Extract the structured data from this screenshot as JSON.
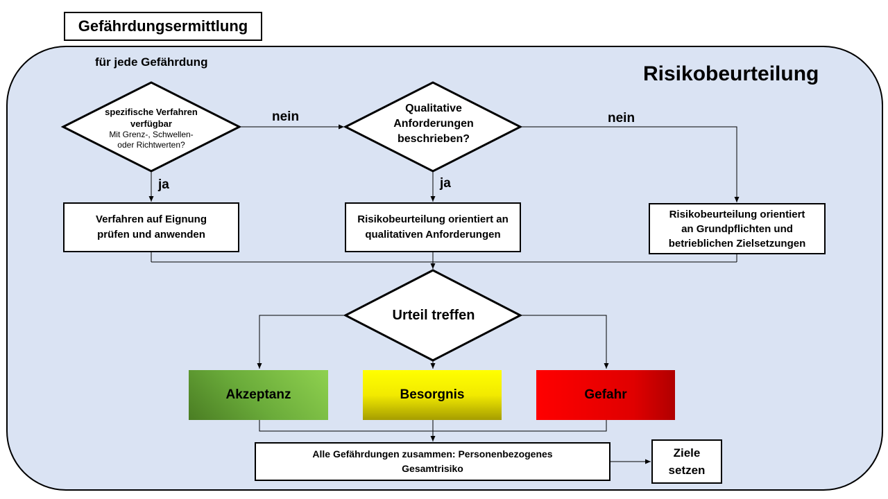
{
  "header": {
    "title": "Gefährdungsermittlung"
  },
  "region": {
    "title": "Risikobeurteilung",
    "loop_label": "für jede Gefährdung"
  },
  "decision1": {
    "line1": "spezifische Verfahren",
    "line2": "verfügbar",
    "line3": "Mit Grenz-, Schwellen-",
    "line4": "oder Richtwerten?"
  },
  "decision2": {
    "line1": "Qualitative",
    "line2": "Anforderungen",
    "line3": "beschrieben?"
  },
  "decision3": {
    "text": "Urteil treffen"
  },
  "edges": {
    "no1": "nein",
    "no2": "nein",
    "yes1": "ja",
    "yes2": "ja"
  },
  "process1": {
    "line1": "Verfahren auf Eignung",
    "line2": "prüfen und anwenden"
  },
  "process2": {
    "line1": "Risikobeurteilung orientiert an",
    "line2": "qualitativen Anforderungen"
  },
  "process3": {
    "line1": "Risikobeurteilung orientiert",
    "line2": "an Grundpflichten und",
    "line3": "betrieblichen Zielsetzungen"
  },
  "outcomes": {
    "accept": {
      "label": "Akzeptanz",
      "color": "#6aab3a"
    },
    "concern": {
      "label": "Besorgnis",
      "color": "#f2ea00"
    },
    "danger": {
      "label": "Gefahr",
      "color": "#e00000"
    }
  },
  "summary": {
    "line1": "Alle Gefährdungen zusammen: Personenbezogenes",
    "line2": "Gesamtrisiko"
  },
  "goals": {
    "line1": "Ziele",
    "line2": "setzen"
  }
}
